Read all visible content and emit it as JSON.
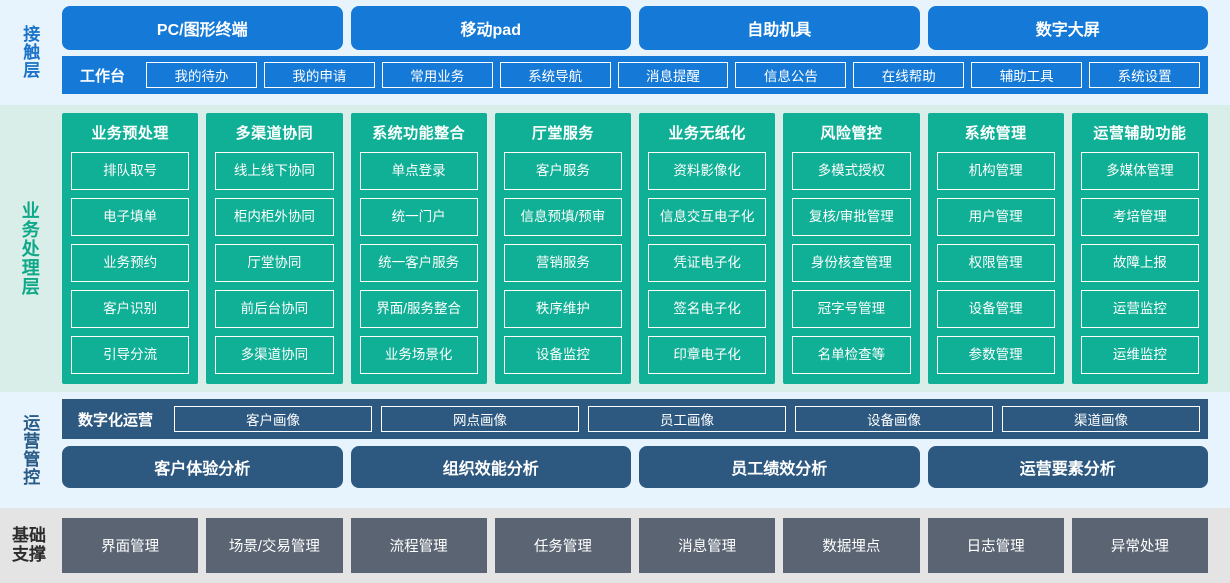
{
  "layers": {
    "contact": {
      "label": "接触层",
      "channels": [
        "PC/图形终端",
        "移动pad",
        "自助机具",
        "数字大屏"
      ],
      "workbench_title": "工作台",
      "workbench_items": [
        "我的待办",
        "我的申请",
        "常用业务",
        "系统导航",
        "消息提醒",
        "信息公告",
        "在线帮助",
        "辅助工具",
        "系统设置"
      ]
    },
    "business": {
      "label": "业务处理层",
      "columns": [
        {
          "title": "业务预处理",
          "items": [
            "排队取号",
            "电子填单",
            "业务预约",
            "客户识别",
            "引导分流"
          ]
        },
        {
          "title": "多渠道协同",
          "items": [
            "线上线下协同",
            "柜内柜外协同",
            "厅堂协同",
            "前后台协同",
            "多渠道协同"
          ]
        },
        {
          "title": "系统功能整合",
          "items": [
            "单点登录",
            "统一门户",
            "统一客户服务",
            "界面/服务整合",
            "业务场景化"
          ]
        },
        {
          "title": "厅堂服务",
          "items": [
            "客户服务",
            "信息预填/预审",
            "营销服务",
            "秩序维护",
            "设备监控"
          ]
        },
        {
          "title": "业务无纸化",
          "items": [
            "资料影像化",
            "信息交互电子化",
            "凭证电子化",
            "签名电子化",
            "印章电子化"
          ]
        },
        {
          "title": "风险管控",
          "items": [
            "多模式授权",
            "复核/审批管理",
            "身份核查管理",
            "冠字号管理",
            "名单检查等"
          ]
        },
        {
          "title": "系统管理",
          "items": [
            "机构管理",
            "用户管理",
            "权限管理",
            "设备管理",
            "参数管理"
          ]
        },
        {
          "title": "运营辅助功能",
          "items": [
            "多媒体管理",
            "考培管理",
            "故障上报",
            "运营监控",
            "运维监控"
          ]
        }
      ]
    },
    "operations": {
      "label": "运营管控",
      "portrait_title": "数字化运营",
      "portrait_items": [
        "客户画像",
        "网点画像",
        "员工画像",
        "设备画像",
        "渠道画像"
      ],
      "analysis_items": [
        "客户体验分析",
        "组织效能分析",
        "员工绩效分析",
        "运营要素分析"
      ]
    },
    "foundation": {
      "label": "基础\n支撑",
      "label_line1": "基础",
      "label_line2": "支撑",
      "items": [
        "界面管理",
        "场景/交易管理",
        "流程管理",
        "任务管理",
        "消息管理",
        "数据埋点",
        "日志管理",
        "异常处理"
      ]
    }
  },
  "colors": {
    "contact_blue": "#1479d7",
    "contact_bg": "#e8f4fd",
    "business_green": "#10b096",
    "business_bg": "#d9eee8",
    "operations_navy": "#2d5980",
    "operations_bg": "#e8f4fd",
    "foundation_slate": "#5a6472",
    "foundation_bg": "#e4e4e4"
  }
}
